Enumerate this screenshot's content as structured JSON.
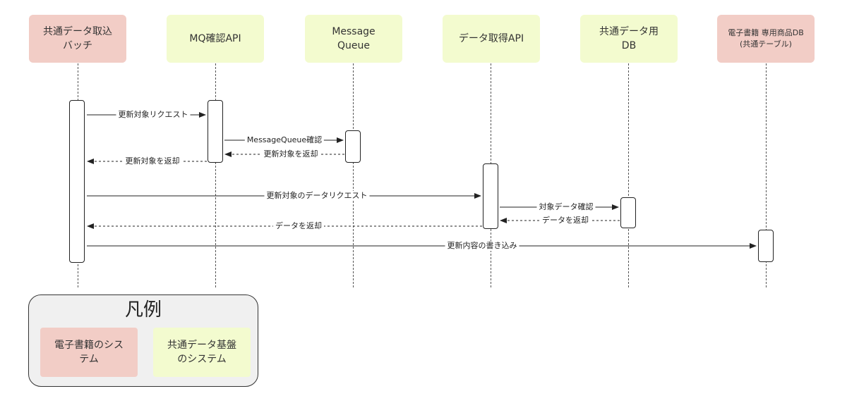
{
  "participants": [
    {
      "label": "共通データ取込\nバッチ",
      "color": "#f2cdc6"
    },
    {
      "label": "MQ確認API",
      "color": "#f3fbcf"
    },
    {
      "label": "Message\nQueue",
      "color": "#f3fbcf"
    },
    {
      "label": "データ取得API",
      "color": "#f3fbcf"
    },
    {
      "label": "共通データ用\nDB",
      "color": "#f3fbcf"
    },
    {
      "label": "電子書籍 専用商品DB\n(共通テーブル)",
      "color": "#f2cdc6"
    }
  ],
  "messages": [
    {
      "label": "更新対象リクエスト",
      "from": "共通データ取込バッチ",
      "to": "MQ確認API",
      "style": "solid"
    },
    {
      "label": "MessageQueue確認",
      "from": "MQ確認API",
      "to": "Message Queue",
      "style": "solid"
    },
    {
      "label": "更新対象を返却",
      "from": "Message Queue",
      "to": "MQ確認API",
      "style": "dashed"
    },
    {
      "label": "更新対象を返却",
      "from": "MQ確認API",
      "to": "共通データ取込バッチ",
      "style": "dashed"
    },
    {
      "label": "更新対象のデータリクエスト",
      "from": "共通データ取込バッチ",
      "to": "データ取得API",
      "style": "solid"
    },
    {
      "label": "対象データ確認",
      "from": "データ取得API",
      "to": "共通データ用DB",
      "style": "solid"
    },
    {
      "label": "データを返却",
      "from": "共通データ用DB",
      "to": "データ取得API",
      "style": "dashed"
    },
    {
      "label": "データを返却",
      "from": "データ取得API",
      "to": "共通データ取込バッチ",
      "style": "dashed"
    },
    {
      "label": "更新内容の書き込み",
      "from": "共通データ取込バッチ",
      "to": "電子書籍 専用商品DB",
      "style": "solid"
    }
  ],
  "legend": {
    "title": "凡例",
    "items": [
      {
        "label": "電子書籍のシス\nテム",
        "color": "#f2cdc6"
      },
      {
        "label": "共通データ基盤\nのシステム",
        "color": "#f3fbcf"
      }
    ]
  }
}
